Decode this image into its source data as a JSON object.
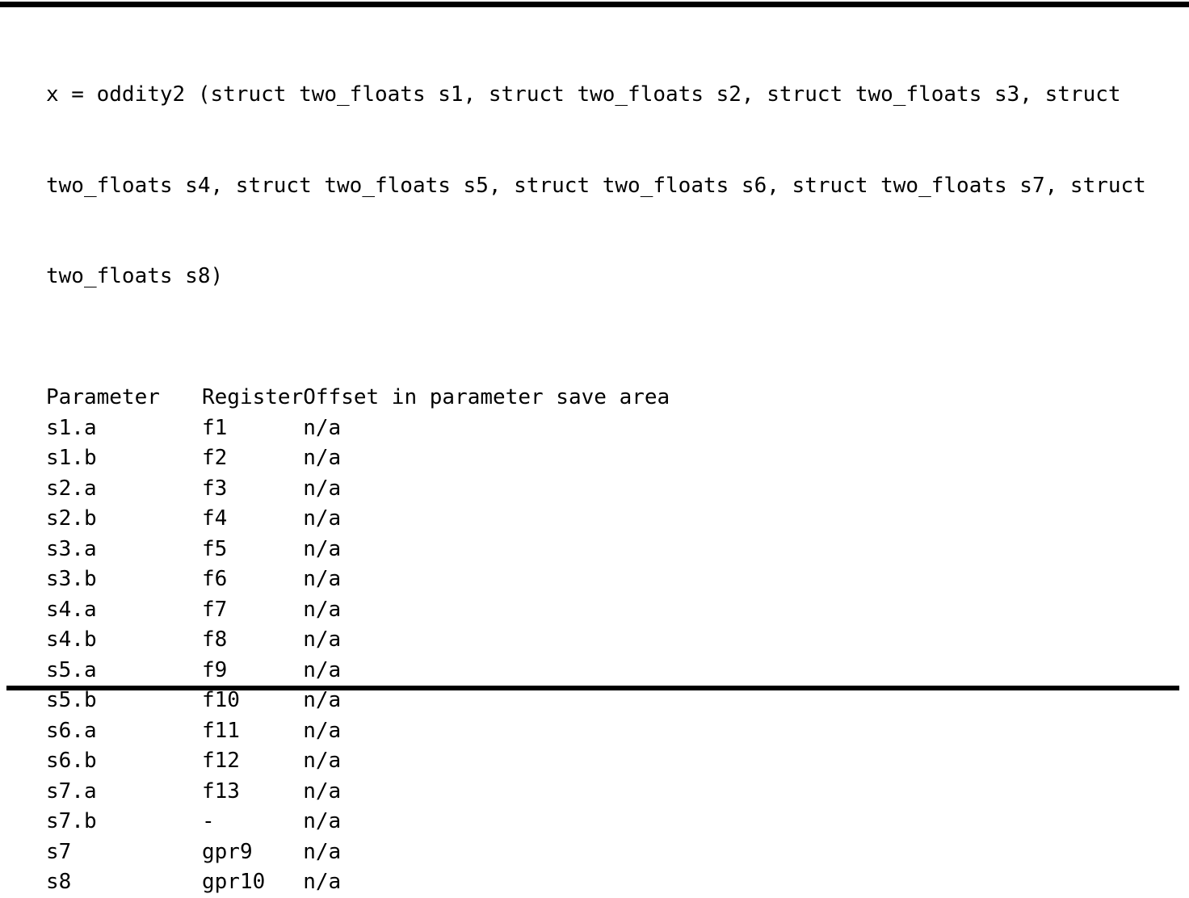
{
  "figure": {
    "signature_lines": [
      "x = oddity2 (struct two_floats s1, struct two_floats s2, struct two_floats s3, struct",
      "two_floats s4, struct two_floats s5, struct two_floats s6, struct two_floats s7, struct",
      "two_floats s8)"
    ],
    "signature_full": "x = oddity2 (struct two_floats s1, struct two_floats s2, struct two_floats s3, struct two_floats s4, struct two_floats s5, struct two_floats s6, struct two_floats s7, struct two_floats s8)",
    "function_name": "oddity2",
    "return_variable": "x"
  },
  "table": {
    "headers": {
      "parameter": "Parameter",
      "register": "Register",
      "offset": "Offset in parameter save area"
    },
    "rows": [
      {
        "parameter": "s1.a",
        "register": "f1",
        "offset": "n/a"
      },
      {
        "parameter": "s1.b",
        "register": "f2",
        "offset": "n/a"
      },
      {
        "parameter": "s2.a",
        "register": "f3",
        "offset": "n/a"
      },
      {
        "parameter": "s2.b",
        "register": "f4",
        "offset": "n/a"
      },
      {
        "parameter": "s3.a",
        "register": "f5",
        "offset": "n/a"
      },
      {
        "parameter": "s3.b",
        "register": "f6",
        "offset": "n/a"
      },
      {
        "parameter": "s4.a",
        "register": "f7",
        "offset": "n/a"
      },
      {
        "parameter": "s4.b",
        "register": "f8",
        "offset": "n/a"
      },
      {
        "parameter": "s5.a",
        "register": "f9",
        "offset": "n/a"
      },
      {
        "parameter": "s5.b",
        "register": "f10",
        "offset": "n/a"
      },
      {
        "parameter": "s6.a",
        "register": "f11",
        "offset": "n/a"
      },
      {
        "parameter": "s6.b",
        "register": "f12",
        "offset": "n/a"
      },
      {
        "parameter": "s7.a",
        "register": "f13",
        "offset": "n/a"
      },
      {
        "parameter": "s7.b",
        "register": "-",
        "offset": "n/a"
      },
      {
        "parameter": "s7",
        "register": "gpr9",
        "offset": "n/a"
      },
      {
        "parameter": "s8",
        "register": "gpr10",
        "offset": "n/a"
      }
    ]
  },
  "style": {
    "text_color": "#000000",
    "background_color": "#ffffff",
    "rule_color": "#000000"
  }
}
